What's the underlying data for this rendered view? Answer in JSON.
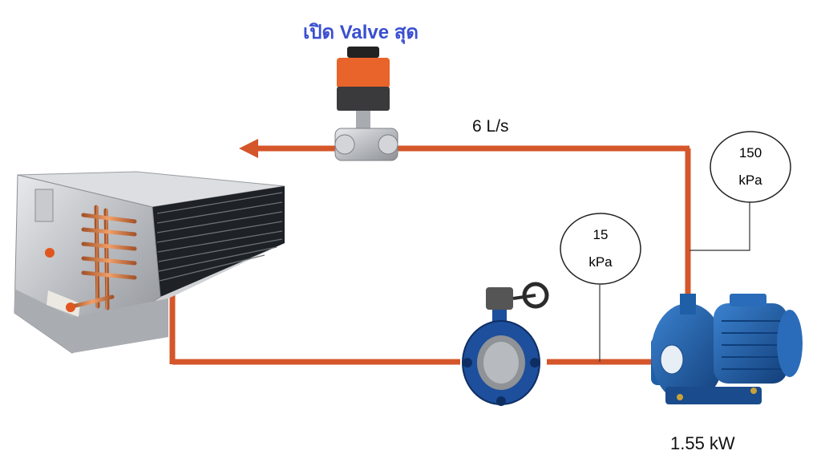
{
  "title": {
    "text": "เปิด Valve สุด",
    "color": "#3a4fd0"
  },
  "flow_rate": "6 L/s",
  "pump_power": "1.55 kW",
  "gauges": [
    {
      "value": "150",
      "unit": "kPa"
    },
    {
      "value": "15",
      "unit": "kPa"
    }
  ],
  "components": {
    "fan_coil_unit": "fan-coil-unit",
    "control_valve": "motorized-control-valve",
    "butterfly_valve": "butterfly-valve",
    "pump": "centrifugal-pump"
  },
  "colors": {
    "pipe": "#d4562a",
    "actuator": "#e8642a",
    "pump_blue": "#1f5fa8",
    "valve_blue": "#1d4f9c"
  }
}
